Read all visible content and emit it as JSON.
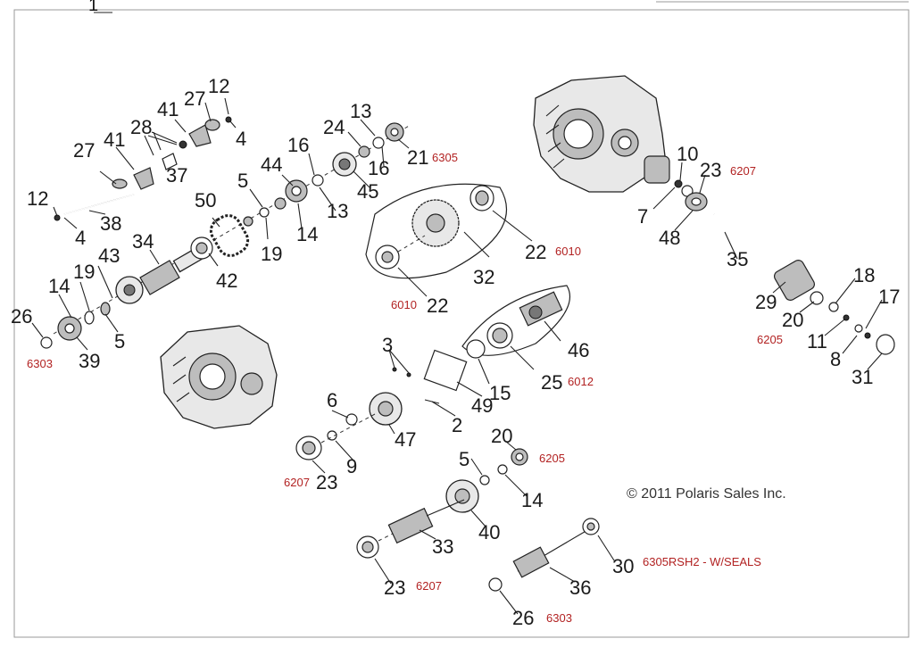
{
  "diagram": {
    "callout": "1",
    "copyright": "© 2011 Polaris Sales Inc.",
    "part_numbers": {
      "p2": "2",
      "p3": "3",
      "p4a": "4",
      "p4b": "4",
      "p5a": "5",
      "p5b": "5",
      "p5c": "5",
      "p6": "6",
      "p7": "7",
      "p8": "8",
      "p9": "9",
      "p10": "10",
      "p11": "11",
      "p12a": "12",
      "p12b": "12",
      "p13a": "13",
      "p13b": "13",
      "p14a": "14",
      "p14b": "14",
      "p14c": "14",
      "p15": "15",
      "p16a": "16",
      "p16b": "16",
      "p17": "17",
      "p18": "18",
      "p19a": "19",
      "p19b": "19",
      "p20a": "20",
      "p20b": "20",
      "p21": "21",
      "p22a": "22",
      "p22b": "22",
      "p23a": "23",
      "p23b": "23",
      "p23c": "23",
      "p24": "24",
      "p25": "25",
      "p26a": "26",
      "p26b": "26",
      "p27a": "27",
      "p27b": "27",
      "p28": "28",
      "p29": "29",
      "p30": "30",
      "p31": "31",
      "p32": "32",
      "p33": "33",
      "p34": "34",
      "p35": "35",
      "p36": "36",
      "p37": "37",
      "p38": "38",
      "p39": "39",
      "p40": "40",
      "p41a": "41",
      "p41b": "41",
      "p42": "42",
      "p43": "43",
      "p44": "44",
      "p45": "45",
      "p46": "46",
      "p47": "47",
      "p48": "48",
      "p49": "49",
      "p50": "50"
    },
    "bearing_numbers": {
      "b6305": "6305",
      "b6207a": "6207",
      "b6010a": "6010",
      "b6010b": "6010",
      "b6205a": "6205",
      "b6303a": "6303",
      "b6012": "6012",
      "b6205b": "6205",
      "b6207b": "6207",
      "b6207c": "6207",
      "b6305rsh2": "6305RSH2 - W/SEALS",
      "b6303b": "6303"
    }
  }
}
